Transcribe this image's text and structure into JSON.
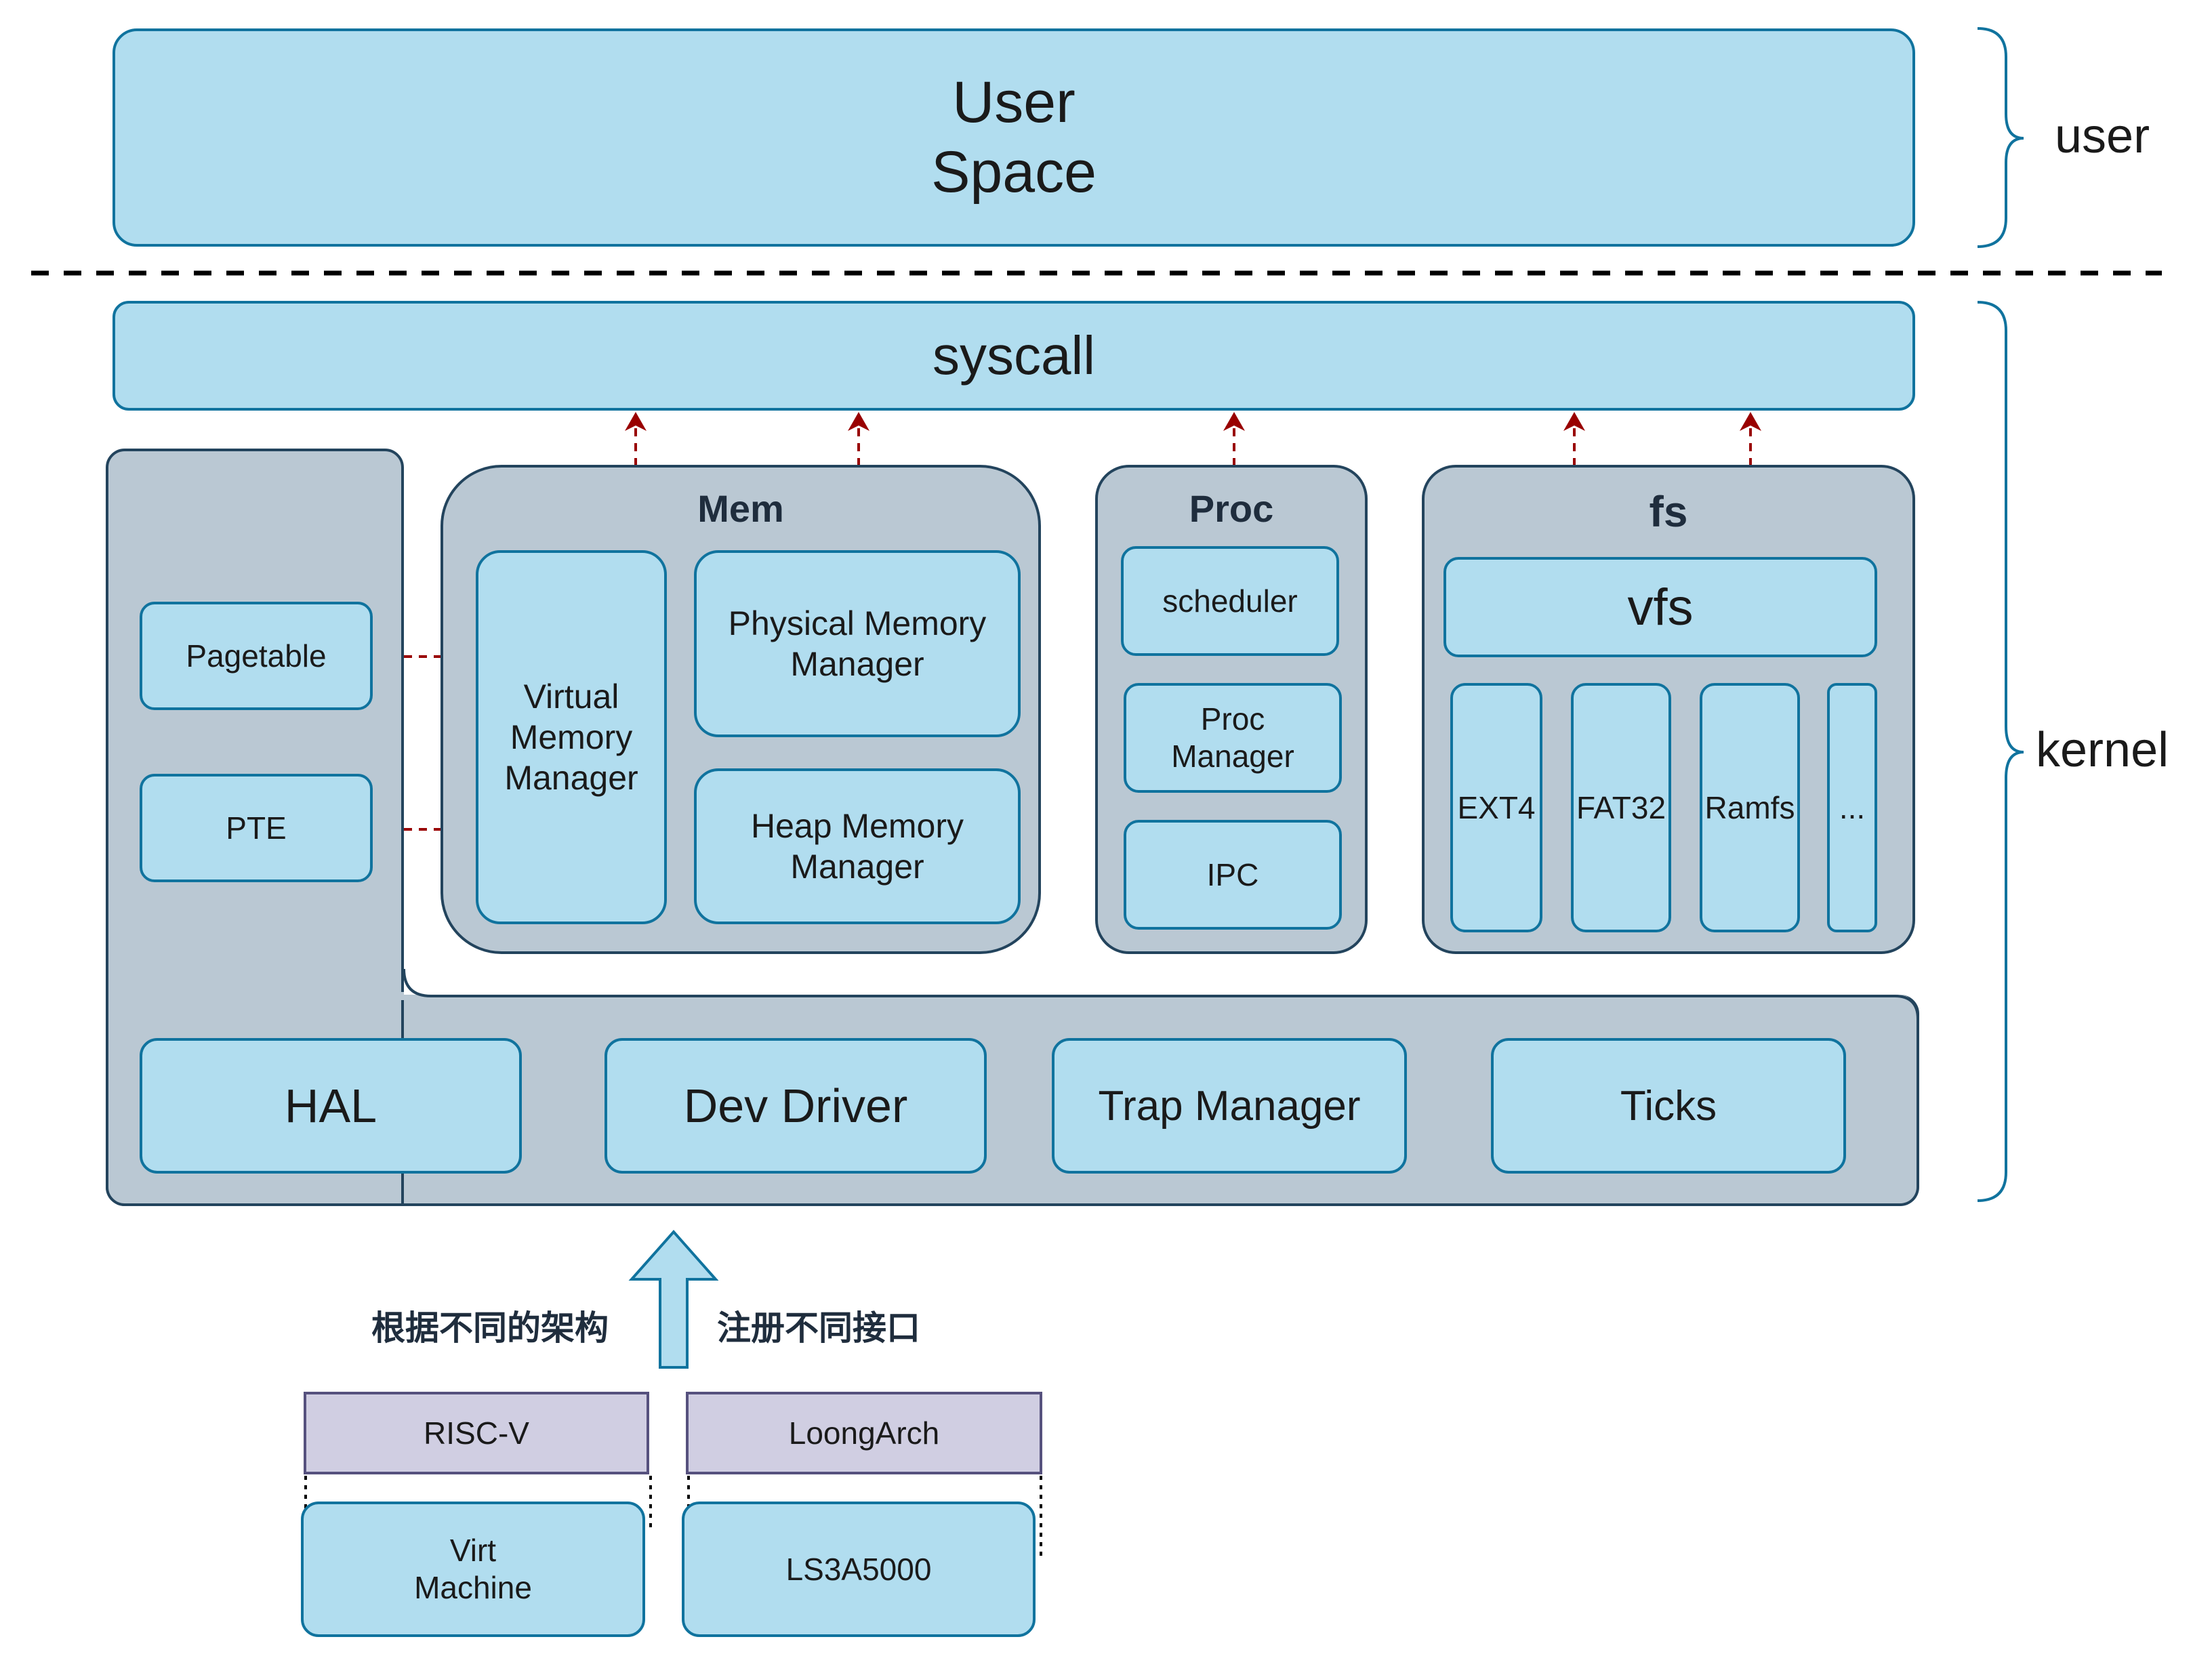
{
  "user_space": {
    "label": "User\nSpace"
  },
  "brackets": {
    "user": "user",
    "kernel": "kernel"
  },
  "syscall": {
    "label": "syscall"
  },
  "mem": {
    "title": "Mem",
    "virtual": "Virtual\nMemory\nManager",
    "physical": "Physical Memory\nManager",
    "heap": "Heap Memory\nManager"
  },
  "hal_side": {
    "pagetable": "Pagetable",
    "pte": "PTE"
  },
  "proc": {
    "title": "Proc",
    "scheduler": "scheduler",
    "manager": "Proc\nManager",
    "ipc": "IPC"
  },
  "fs": {
    "title": "fs",
    "vfs": "vfs",
    "items": [
      "EXT4",
      "FAT32",
      "Ramfs",
      "..."
    ]
  },
  "bottom": {
    "hal": "HAL",
    "dev_driver": "Dev Driver",
    "trap": "Trap Manager",
    "ticks": "Ticks"
  },
  "arch_note": {
    "left": "根据不同的架构",
    "right": "注册不同接口"
  },
  "arch": {
    "riscv": {
      "label": "RISC-V",
      "machine": "Virt\nMachine"
    },
    "loong": {
      "label": "LoongArch",
      "machine": "LS3A5000"
    }
  },
  "colors": {
    "box_fill": "#b1ddef",
    "box_stroke": "#10739e",
    "group_fill": "#bac8d3",
    "group_stroke": "#23445d",
    "arch_fill": "#d0cee2",
    "arch_stroke": "#56517e",
    "arrow": "#990000"
  }
}
